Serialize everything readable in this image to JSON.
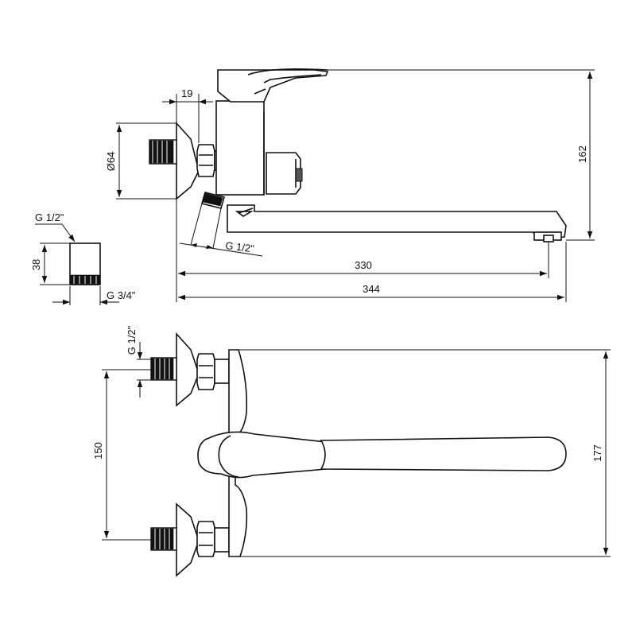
{
  "dimensions": {
    "side_view": {
      "flange_thickness": "19",
      "flange_diameter": "Ø64",
      "overall_height": "162",
      "inlet_thread": "G 1/2\"",
      "spout_reach": "330",
      "overall_length": "344"
    },
    "adapter": {
      "top_thread": "G 1/2\"",
      "height": "38",
      "bottom_thread": "G 3/4\""
    },
    "top_view": {
      "inlet_thread": "G 1/2\"",
      "inlet_spacing": "150",
      "overall_depth": "177"
    }
  },
  "colors": {
    "line": "#111111",
    "background": "#ffffff"
  }
}
